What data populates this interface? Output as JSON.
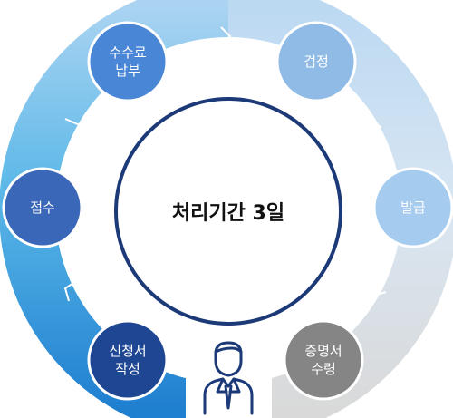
{
  "center": {
    "title": "처리기간 3일"
  },
  "steps": [
    {
      "id": "fee",
      "label": "수수료\n납부",
      "color": "#4a86d6"
    },
    {
      "id": "review",
      "label": "검정",
      "color": "#8fbbe6"
    },
    {
      "id": "issue",
      "label": "발급",
      "color": "#a5cbef"
    },
    {
      "id": "receive_cert",
      "label": "증명서\n수령",
      "color": "#858585"
    },
    {
      "id": "write_app",
      "label": "신청서\n작성",
      "color": "#1f4693"
    },
    {
      "id": "intake",
      "label": "접수",
      "color": "#3a67b8"
    }
  ],
  "person_icon": "businessman-icon",
  "colors": {
    "ring_navy": "#1d3a78"
  }
}
